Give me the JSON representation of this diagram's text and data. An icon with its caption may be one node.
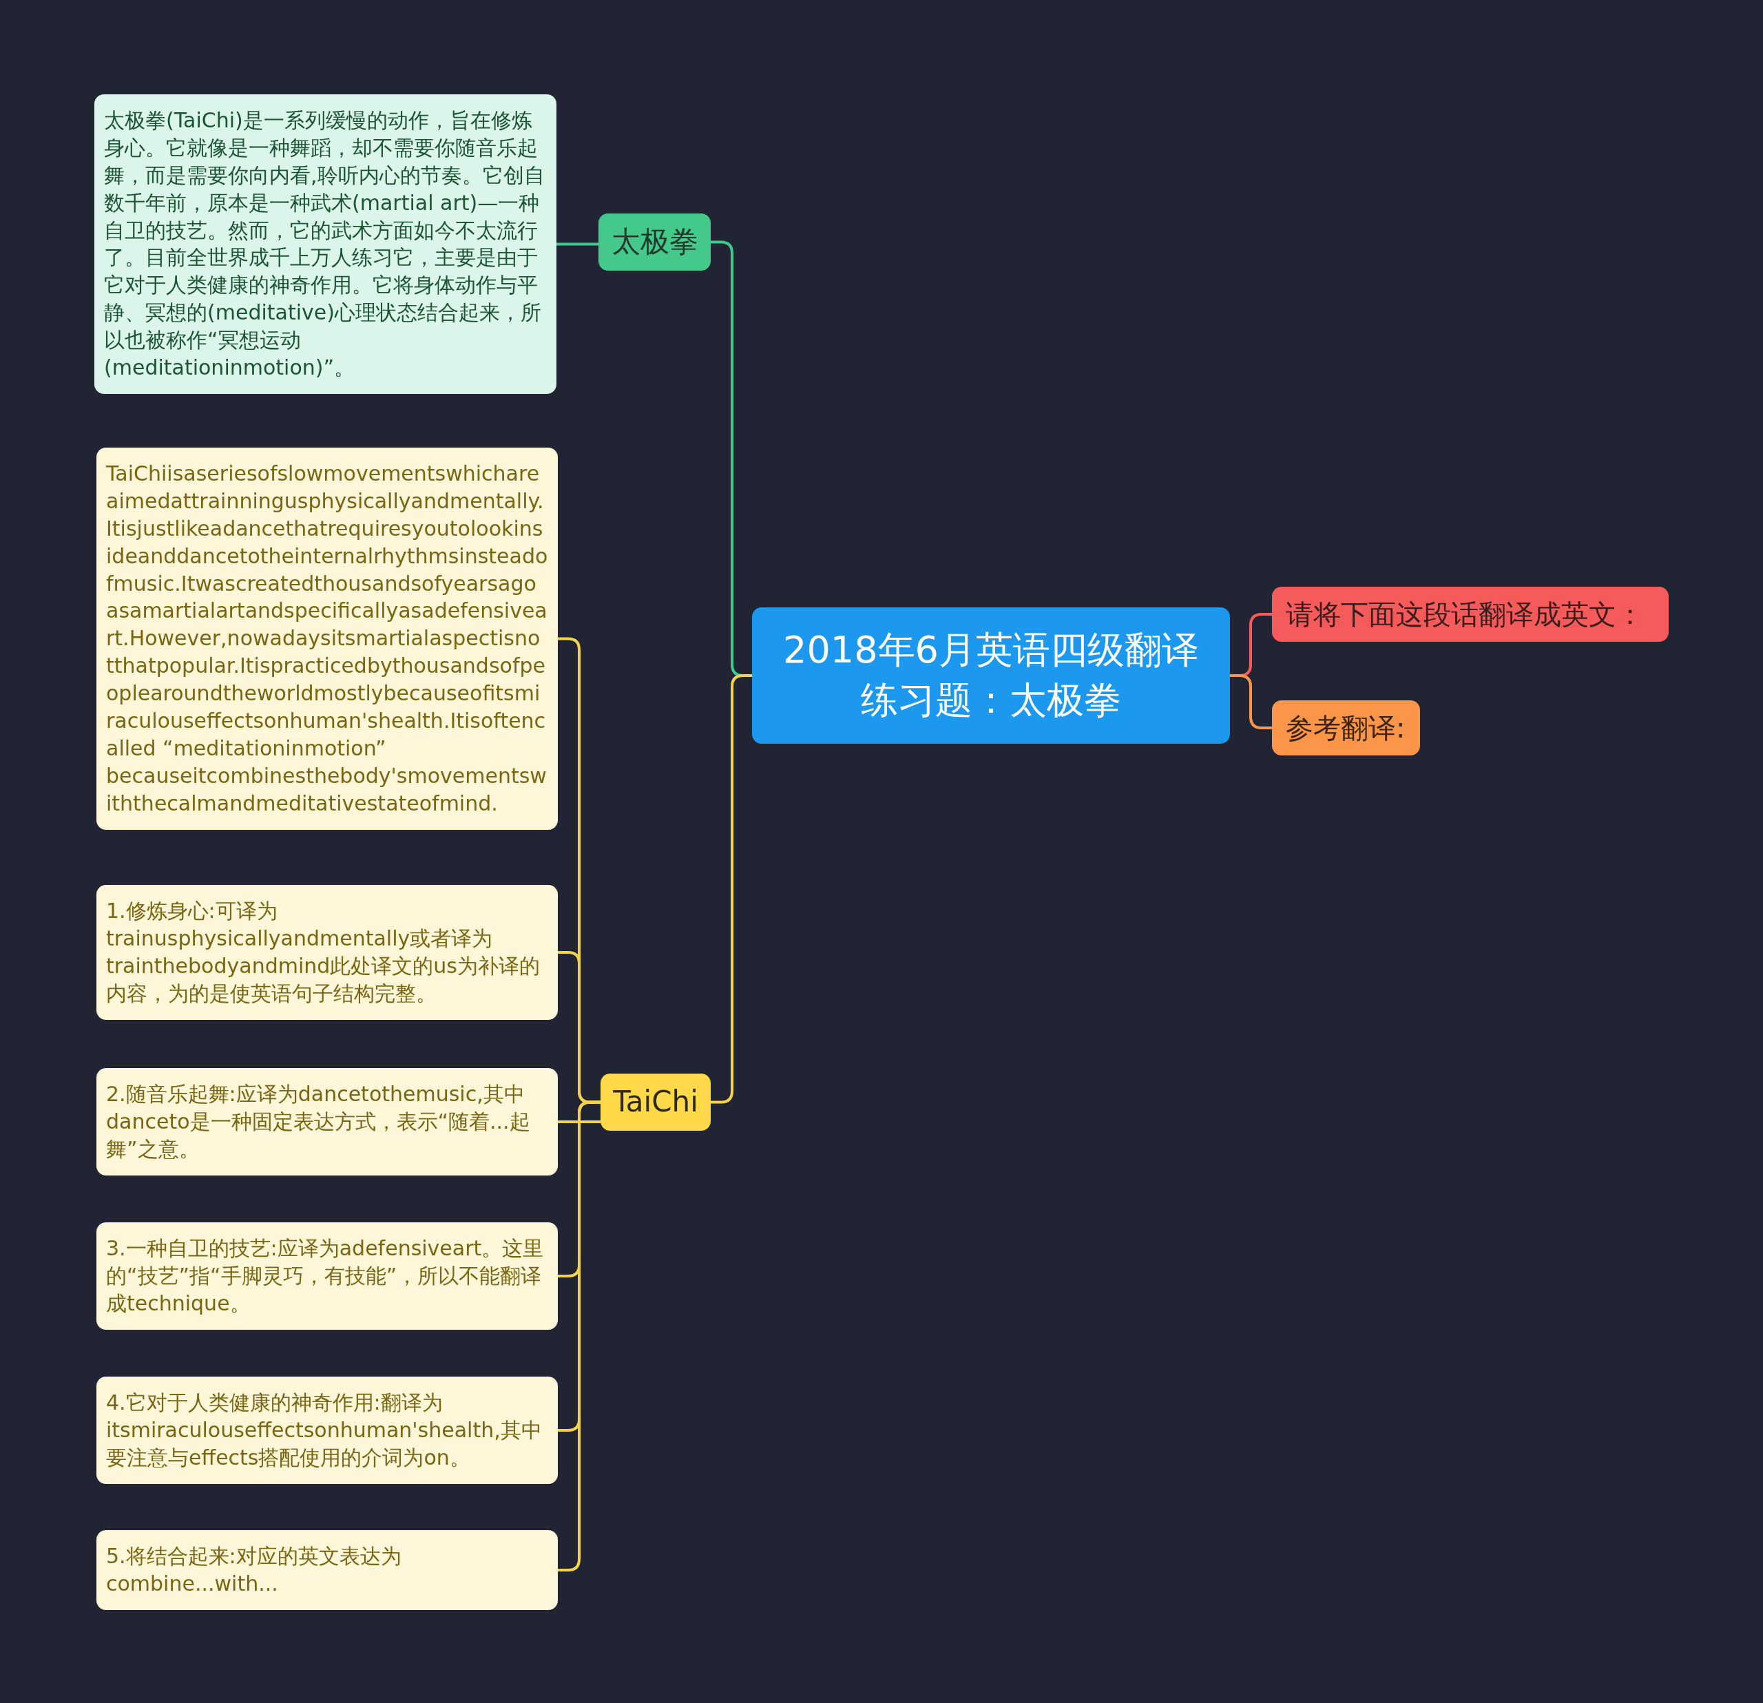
{
  "diagram": {
    "nodes": [
      {
        "text": [
          "2018年6月英语四级翻译练习题：太极拳"
        ]
      },
      {
        "text": [
          "太极拳"
        ]
      },
      {
        "text": [
          "太极拳(TaiChi)是一系列缓慢的动作，旨在修炼身心。它就像是一种舞蹈，却不需要你随音乐起舞，而是需要你向内看,聆听内心的节奏。它创自数千年前，原本是一种武术(martial art)—一种自卫的技艺。然而，它的武术方面如今不太流行了。目前全世界成千上万人练习它，主要是由于它对于人类健康的神奇作用。它将身体动作与平静、冥想的(meditative)心理状态结合起来，所以也被称作“冥想运动(meditationinmotion)”。"
        ]
      },
      {
        "text": [
          "TaiChi"
        ]
      },
      {
        "text": [
          "TaiChiisaseriesofslowmovementswhichareaimedattrainningusphysicallyandmentally.Itisjustlikeadancethatrequiresyoutolookinsideanddancetotheinternalrhythmsinsteadofmusic.Itwascreatedthousandsofyearsagoasamartialartandspecificallyasadefensiveart.However,nowadaysitsmartialaspectisnotthatpopular.Itispracticedbythousandsofpeoplearoundtheworldmostlybecauseofitsmiraculouseffectsonhuman'shealth.Itisoftencalled “meditationinmotion” becauseitcombinesthebody'smovementswiththecalmandmeditativestateofmind."
        ]
      },
      {
        "text": [
          "1.修炼身心:可译为trainusphysicallyandmentally或者译为trainthebodyandmind此处译文的us为补译的内容，为的是使英语句子结构完整。"
        ]
      },
      {
        "text": [
          "2.随音乐起舞:应译为dancetothemusic,其中danceto是一种固定表达方式，表示“随着...起舞”之意。"
        ]
      },
      {
        "text": [
          "3.一种自卫的技艺:应译为adefensiveart。这里的“技艺”指“手脚灵巧，有技能”，所以不能翻译成technique。"
        ]
      },
      {
        "text": [
          "4.它对于人类健康的神奇作用:翻译为itsmiraculouseffectsonhuman'shealth,其中要注意与effects搭配使用的介词为on。"
        ]
      },
      {
        "text": [
          "5.将结合起来:对应的英文表达为combine...with..."
        ]
      },
      {
        "text": [
          "请将下面这段话翻译成英文："
        ]
      },
      {
        "text": [
          "参考翻译:"
        ]
      }
    ],
    "edges": [
      {
        "from": 0,
        "to": 1,
        "arrow": "none",
        "color": "#3fc98a"
      },
      {
        "from": 1,
        "to": 2,
        "arrow": "none",
        "color": "#3fc98a"
      },
      {
        "from": 0,
        "to": 3,
        "arrow": "none",
        "color": "#f5d44a"
      },
      {
        "from": 3,
        "to": 4,
        "arrow": "none",
        "color": "#f5d44a"
      },
      {
        "from": 3,
        "to": 5,
        "arrow": "none",
        "color": "#f5d44a"
      },
      {
        "from": 3,
        "to": 6,
        "arrow": "none",
        "color": "#f5d44a"
      },
      {
        "from": 3,
        "to": 7,
        "arrow": "none",
        "color": "#f5d44a"
      },
      {
        "from": 3,
        "to": 8,
        "arrow": "none",
        "color": "#f5d44a"
      },
      {
        "from": 3,
        "to": 9,
        "arrow": "none",
        "color": "#f5d44a"
      },
      {
        "from": 0,
        "to": 10,
        "arrow": "none",
        "color": "#f55b5b"
      },
      {
        "from": 0,
        "to": 11,
        "arrow": "none",
        "color": "#fb9549"
      }
    ]
  }
}
